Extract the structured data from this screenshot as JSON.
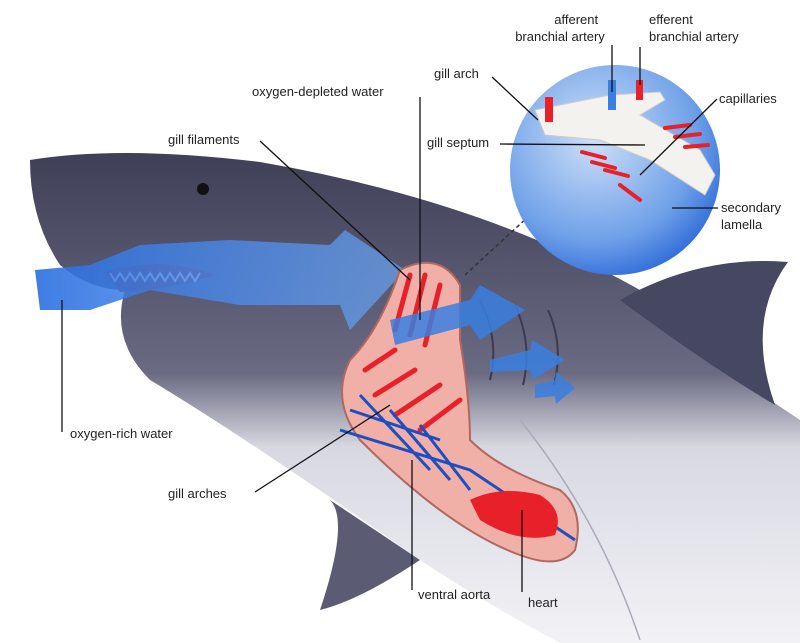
{
  "title": "Shark gill anatomy",
  "labels": {
    "afferent": [
      "afferent",
      "branchial artery"
    ],
    "efferent": [
      "efferent",
      "branchial artery"
    ],
    "gill_arch": "gill arch",
    "capillaries": "capillaries",
    "oxygen_depleted": "oxygen-depleted water",
    "gill_septum": "gill septum",
    "gill_filaments": "gill filaments",
    "secondary_lamella": [
      "secondary",
      "lamella"
    ],
    "oxygen_rich": "oxygen-rich water",
    "gill_arches": "gill arches",
    "ventral_aorta": "ventral aorta",
    "heart": "heart"
  },
  "colors": {
    "shark_back": "#4d4e66",
    "shark_belly": "#e4e4ec",
    "water": "#3a7fe0",
    "flesh": "#f0b0a8",
    "blood_red": "#e8202a",
    "vessel_blue": "#1e4fc0"
  }
}
